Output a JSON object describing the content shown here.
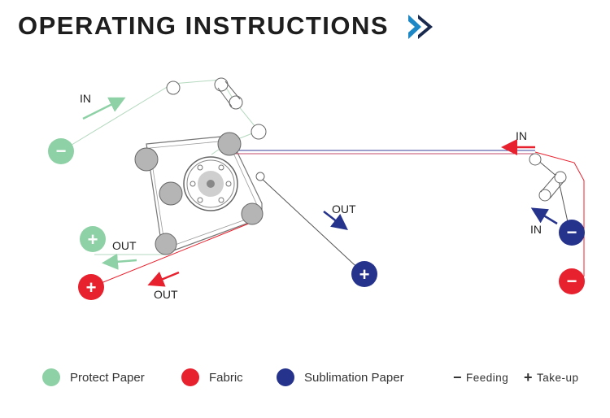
{
  "header": {
    "title": "OPERATING INSTRUCTIONS",
    "arrow_icon": "double-chevron-right-icon",
    "arrow_colors": [
      "#1e88c7",
      "#1a2a4f"
    ]
  },
  "diagram": {
    "labels": {
      "protect_in": "IN",
      "protect_out": "OUT",
      "fabric_in": "IN",
      "fabric_out": "OUT",
      "sublimation_in": "IN",
      "sublimation_out": "OUT"
    },
    "signs": {
      "minus": "−",
      "plus": "+"
    }
  },
  "legend": {
    "protect_paper": {
      "label": "Protect Paper",
      "color": "#8fd1a6"
    },
    "fabric": {
      "label": "Fabric",
      "color": "#e8212e"
    },
    "sublimation_paper": {
      "label": "Sublimation Paper",
      "color": "#26338c"
    },
    "feeding": {
      "symbol": "−",
      "label": "Feeding"
    },
    "take_up": {
      "symbol": "+",
      "label": "Take-up"
    }
  }
}
